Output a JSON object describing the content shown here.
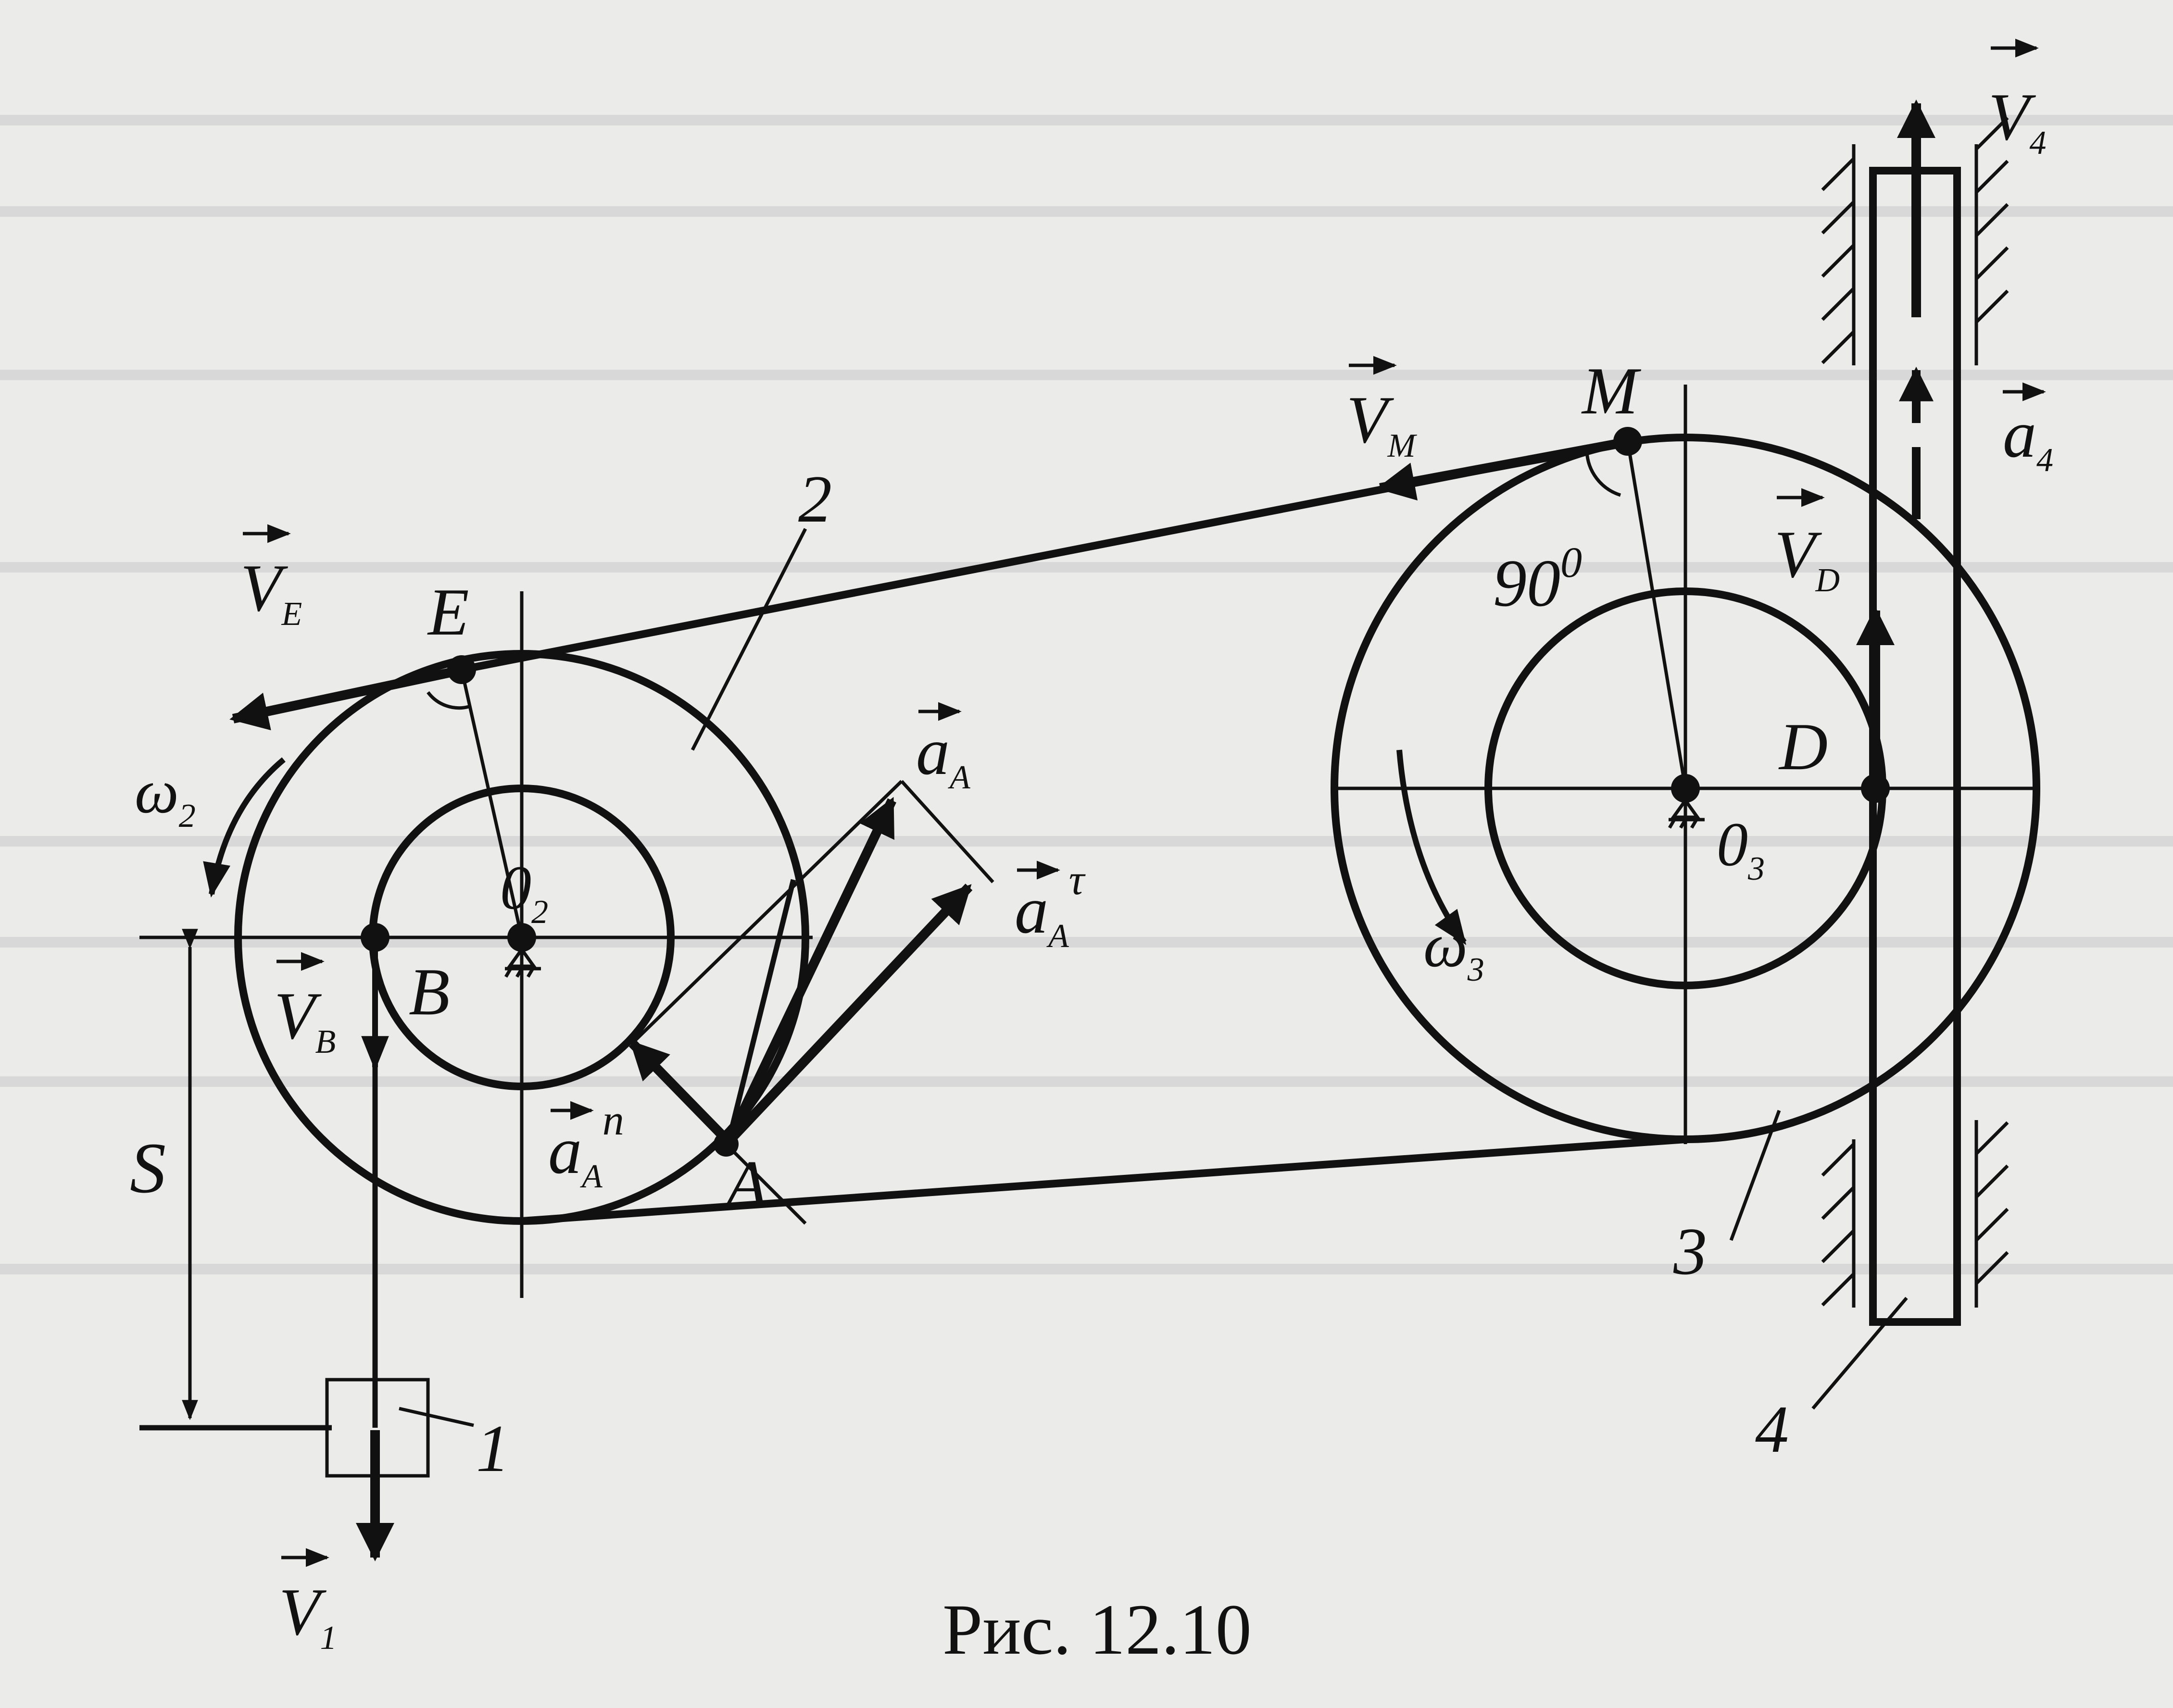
{
  "figure": {
    "caption": "Рис. 12.10",
    "colors": {
      "background": "#ebebea",
      "ink": "#111111"
    },
    "labels": {
      "v4": "V",
      "v4_sub": "4",
      "a4": "a",
      "a4_sub": "4",
      "vm": "V",
      "vm_sub": "M",
      "m": "M",
      "vd": "V",
      "vd_sub": "D",
      "d": "D",
      "angle_90": "90",
      "angle_90_sup": "0",
      "o3": "0",
      "o3_sub": "3",
      "omega3": "ω",
      "omega3_sub": "3",
      "num2": "2",
      "ve": "V",
      "ve_sub": "E",
      "e": "E",
      "omega2": "ω",
      "omega2_sub": "2",
      "o2": "0",
      "o2_sub": "2",
      "b": "B",
      "vb": "V",
      "vb_sub": "B",
      "aa": "a",
      "aa_sub": "A",
      "aat": "a",
      "aat_sub": "A",
      "aat_sup": "τ",
      "aan": "a",
      "aan_sub": "A",
      "aan_sup": "n",
      "a": "A",
      "s": "S",
      "num1": "1",
      "v1": "V",
      "v1_sub": "1",
      "num3": "3",
      "num4": "4"
    }
  }
}
